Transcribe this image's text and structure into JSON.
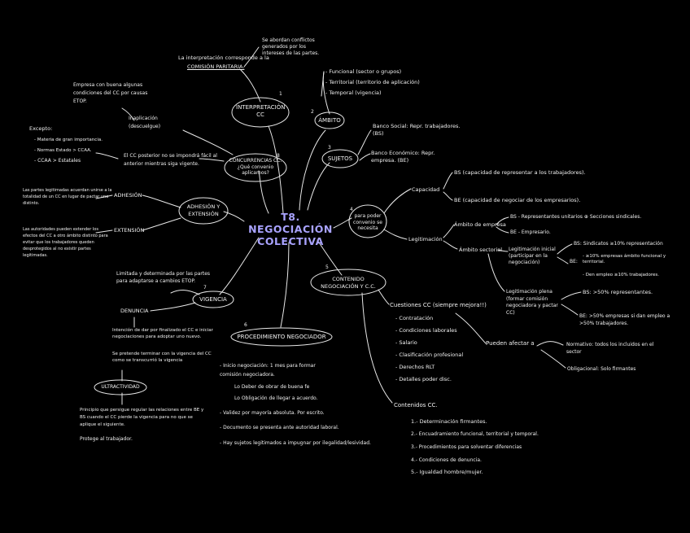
{
  "central": {
    "title": "T8. NEGOCIACIÓN COLECTIVA"
  },
  "nodes": {
    "interpretacion": "INTERPRETACIÓN CC",
    "ambito": "ÁMBITO",
    "sujetos": "SUJETOS",
    "concurrencias": "CONCURRENCIAS CC. ¿Qué convenio aplicamos?",
    "adhesion": "ADHESIÓN Y EXTENSIÓN",
    "vigencia": "VIGENCIA",
    "procedimiento": "PROCEDIMIENTO NEGOCIADOR",
    "contenido": "CONTENIDO NEGOCIACIÓN Y C.C.",
    "ultractividad": "ULTRACTIVIDAD"
  },
  "numbers": {
    "n1": "1",
    "n2": "2",
    "n3": "3",
    "n4": "4",
    "n5": "5",
    "n6": "6",
    "n7": "7",
    "n8": "8"
  },
  "interpretacion": {
    "text": "La interpretación corresponde a la",
    "underlined": "COMISIÓN PARITARIA.",
    "conflicts": "Se abordan conflictos generados por los intereses de las partes."
  },
  "ambito": {
    "items": [
      "- Funcional (sector o grupos)",
      "- Territorial (territorio de aplicación)",
      "- Temporal (vigencia)"
    ]
  },
  "sujetos": {
    "banco_social": "Banco Social: Repr. trabajadores. (BS)",
    "banco_economico": "Banco Económico: Repr. empresa. (BE)"
  },
  "capacidad": {
    "label": "Capacidad",
    "bs": "BS (capacidad de representar a los trabajadores).",
    "be": "BE (capacidad de negociar de los empresarios)."
  },
  "poder": {
    "label": "para poder convenio se necesita"
  },
  "legitimacion": {
    "label": "Legitimación",
    "ambito_empresa": "Ámbito de empresa",
    "bs_emp": "BS - Representantes unitarios ⊕ Secciones sindicales.",
    "be_emp": "BE - Empresario.",
    "ambito_sectorial": "Ámbito sectorial",
    "inicial": "Legitimación inicial (participar en la negociación)",
    "bs_inicial": "BS: Sindicatos ≥10% representación",
    "be_label": "BE:",
    "be_inicial_1": "- ≥10% empresas ámbito funcional y territorial.",
    "be_inicial_2": "- Den empleo ≥10% trabajadores.",
    "plena": "Legitimación plena (formar comisión negociadora y pactar CC)",
    "bs_plena": "BS: >50% representantes.",
    "be_plena": "BE: >50% empresas si dan empleo a >50% trabajadores."
  },
  "cuestiones": {
    "title": "Cuestiones CC (siempre mejora!!)",
    "items": [
      "- Contratación",
      "- Condiciones laborales",
      "- Salario",
      "- Clasificación profesional",
      "- Derechos RLT",
      "- Detalles poder disc."
    ]
  },
  "afectar": {
    "label": "Pueden afectar a",
    "normativo": "Normativo: todos los incluidos en el sector",
    "obligacional": "Obligacional: Solo firmantes"
  },
  "contenidos": {
    "title": "Contenidos CC.",
    "items": [
      "1.- Determinación firmantes.",
      "2.- Encuadramiento funcional, territorial y temporal.",
      "3.- Procedimientos para solventar diferencias",
      "4.- Condiciones de denuncia.",
      "5.- Igualdad hombre/mujer."
    ]
  },
  "procedimiento": {
    "inicio": "- Inicio negociación: 1 mes para formar comisión negociadora.",
    "deber": "Lo Deber de obrar de buena fe",
    "obligacion": "Lo Obligación de llegar a acuerdo.",
    "validez": "- Validez por mayoría absoluta. Por escrito.",
    "documento": "- Documento se presenta ante autoridad laboral.",
    "sujetos": "- Hay sujetos legitimados a impugnar por ilegalidad/lesividad."
  },
  "vigencia": {
    "limitada": "Limitada y determinada por las partes para adaptarse a cambios ETOP.",
    "denuncia": "DENUNCIA",
    "intencion": "Intención de dar por finalizado el CC e iniciar negociaciones para adoptar uno nuevo.",
    "pretende": "Se pretende terminar con la vigencia del CC como se transcurrió la vigencia",
    "ultractividad": "Principio que persigue regular las relaciones entre BE y BS cuando el CC pierde la vigencia para no que se aplique el siguiente.",
    "protege": "Protege al trabajador."
  },
  "concurrencias": {
    "empresa": "Empresa con buena algunas condiciones del CC por causas ETOP.",
    "inaplicacion": "Inaplicación (descuelgue)",
    "excepto": "Excepto:",
    "ex_items": [
      "- Materia de gran importancia.",
      "- Normas Estado > CCAA.",
      "- CCAA > Estatales"
    ],
    "posterior": "El CC posterior no se impondrá fácil al anterior mientras siga vigente."
  },
  "adhesion": {
    "adhesion_label": "ADHESIÓN",
    "adhesion_text": "Las partes legitimadas acuerdan unirse a la totalidad de un CC en lugar de pactar uno distinto.",
    "extension_label": "EXTENSIÓN",
    "extension_text": "Las autoridades pueden extender los efectos del CC a otro ámbito distinto para evitar que los trabajadores queden desprotegidos al no existir partes legitimadas."
  }
}
